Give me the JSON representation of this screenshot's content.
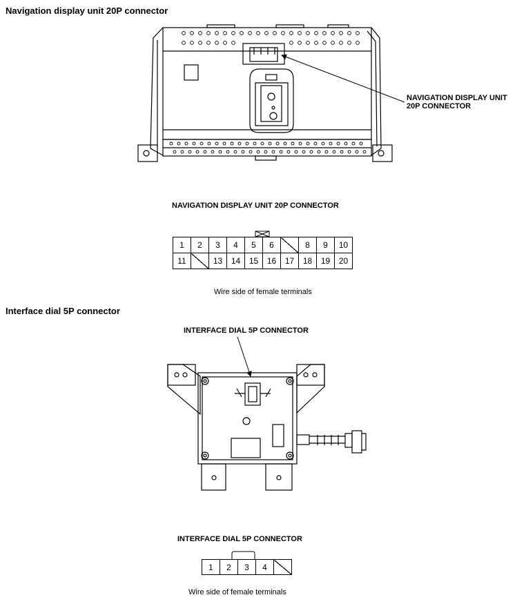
{
  "nav_section": {
    "title": "Navigation display unit 20P connector",
    "callout_line1": "NAVIGATION DISPLAY UNIT",
    "callout_line2": "20P CONNECTOR",
    "connector_title": "NAVIGATION DISPLAY UNIT 20P CONNECTOR",
    "terminals_top": [
      "1",
      "2",
      "3",
      "4",
      "5",
      "6",
      "",
      "8",
      "9",
      "10"
    ],
    "terminals_bottom": [
      "11",
      "",
      "13",
      "14",
      "15",
      "16",
      "17",
      "18",
      "19",
      "20"
    ],
    "caption": "Wire side of female terminals"
  },
  "dial_section": {
    "title": "Interface dial 5P connector",
    "callout": "INTERFACE  DIAL 5P CONNECTOR",
    "connector_title": "INTERFACE DIAL 5P CONNECTOR",
    "terminals": [
      "1",
      "2",
      "3",
      "4",
      ""
    ],
    "caption": "Wire side of female terminals"
  }
}
